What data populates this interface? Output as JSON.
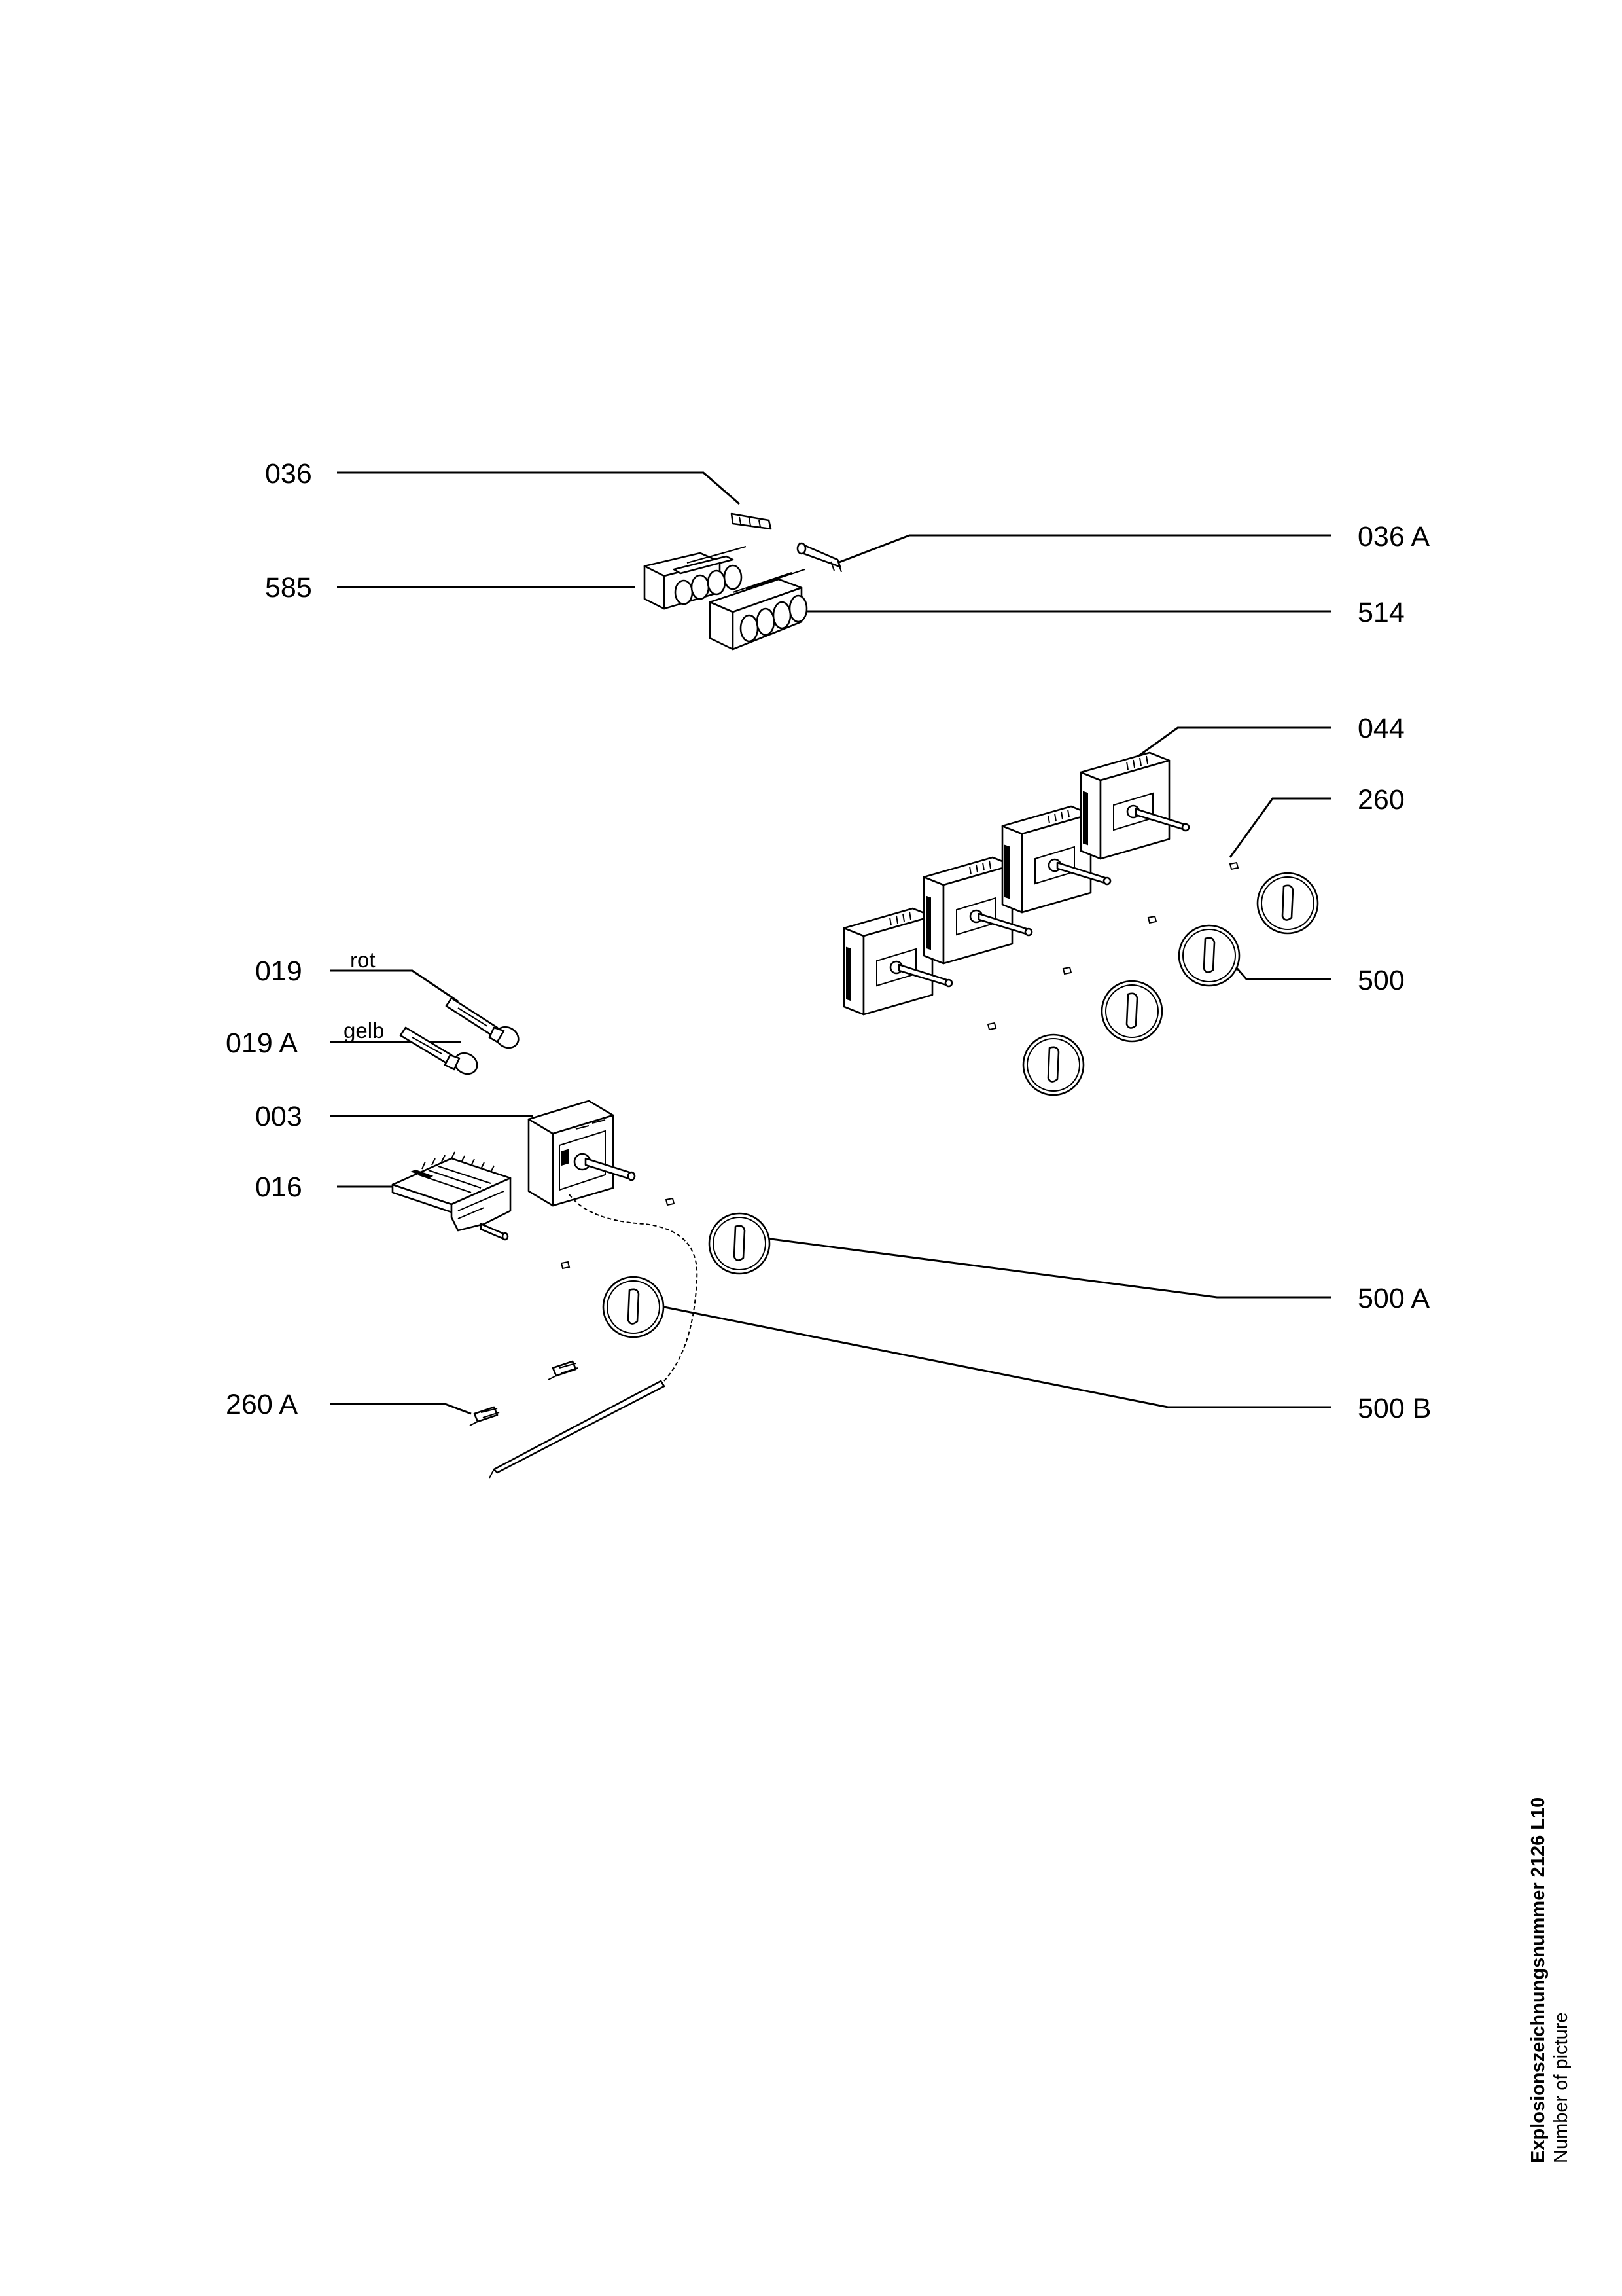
{
  "labels": {
    "l036": "036",
    "l036a": "036 A",
    "l585": "585",
    "l514": "514",
    "l044": "044",
    "l260": "260",
    "l500": "500",
    "l019": "019",
    "l019a": "019 A",
    "l003": "003",
    "l016": "016",
    "l500a": "500 A",
    "l500b": "500 B",
    "l260a": "260 A"
  },
  "sublabels": {
    "rot": "rot",
    "gelb": "gelb"
  },
  "footer": {
    "title": "Explosionszeichnungsnummer  2126 L10",
    "subtitle": "Number of picture"
  }
}
